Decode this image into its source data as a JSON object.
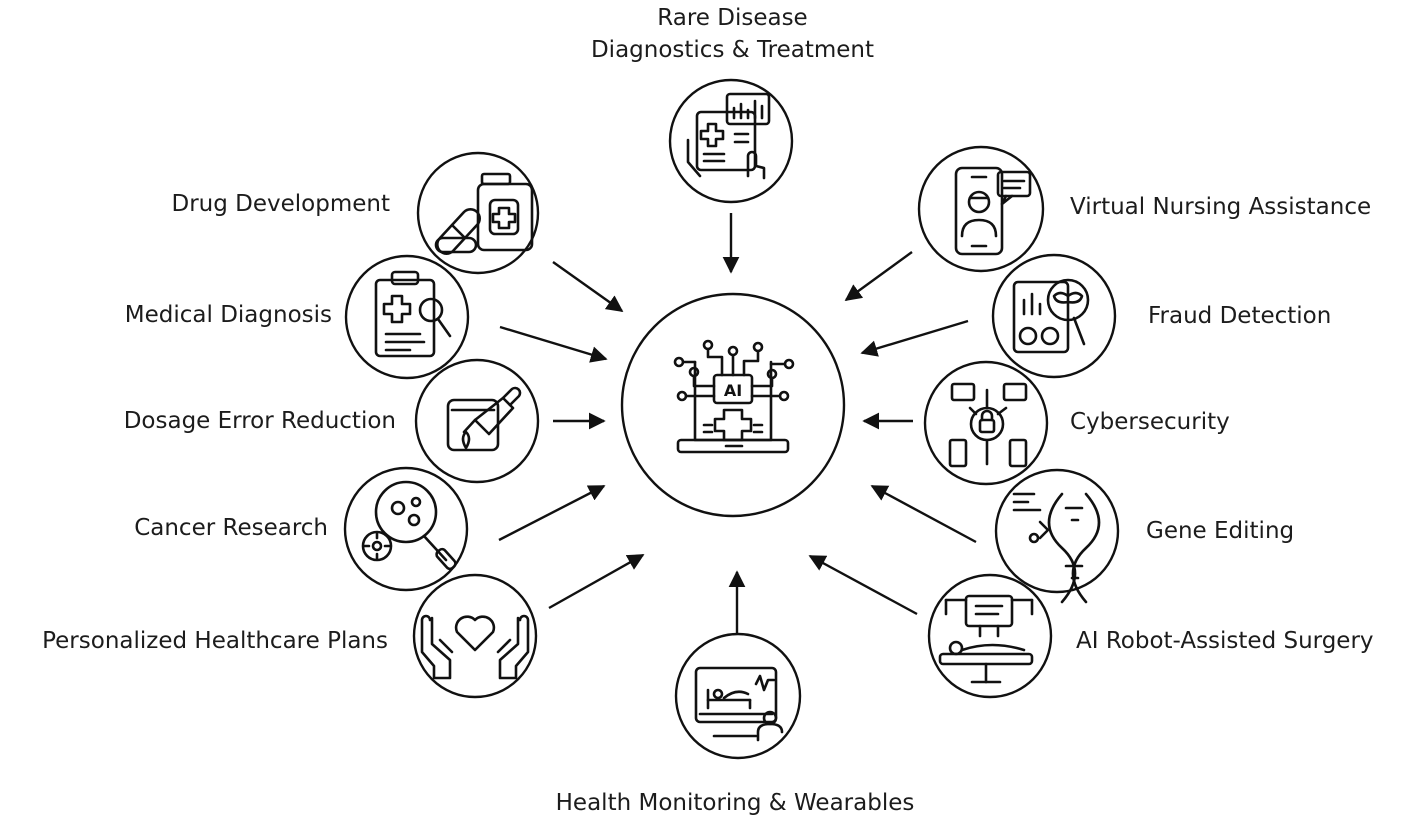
{
  "center": {
    "icon": "ai-laptop-medical-icon",
    "text": "AI"
  },
  "top": {
    "label_line1": "Rare Disease",
    "label_line2": "Diagnostics & Treatment",
    "icon": "medical-report-chart-icon"
  },
  "left": [
    {
      "label": "Drug Development",
      "icon": "pill-bottle-icon"
    },
    {
      "label": "Medical Diagnosis",
      "icon": "clipboard-magnifier-icon"
    },
    {
      "label": "Dosage Error Reduction",
      "icon": "dropper-jar-icon"
    },
    {
      "label": "Cancer Research",
      "icon": "cell-magnifier-icon"
    },
    {
      "label": "Personalized Healthcare Plans",
      "icon": "heart-hands-icon"
    }
  ],
  "right": [
    {
      "label": "Virtual Nursing Assistance",
      "icon": "phone-nurse-icon"
    },
    {
      "label": "Fraud Detection",
      "icon": "report-mask-icon"
    },
    {
      "label": "Cybersecurity",
      "icon": "lock-network-icon"
    },
    {
      "label": "Gene Editing",
      "icon": "dna-scissors-icon"
    },
    {
      "label": "AI Robot-Assisted Surgery",
      "icon": "robot-surgery-icon"
    }
  ],
  "bottom": {
    "label": "Health Monitoring & Wearables",
    "icon": "bed-monitor-icon"
  }
}
